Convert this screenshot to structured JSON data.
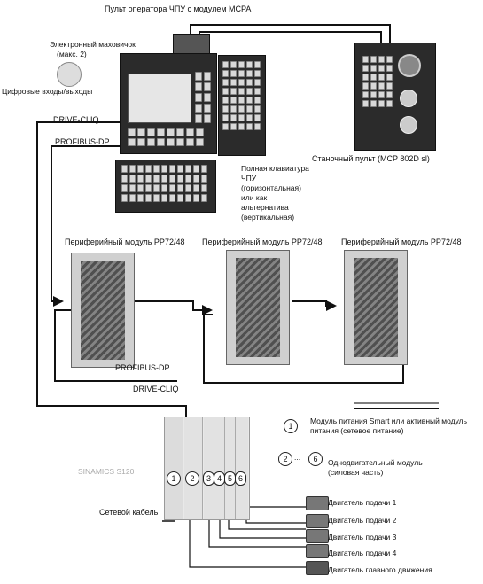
{
  "labels": {
    "operator_panel": "Пульт оператора ЧПУ с модулем MCPA",
    "handwheel_line1": "Электронный маховичок",
    "handwheel_line2": "(макс. 2)",
    "digital_io": "Цифровые входы/выходы",
    "drive_cliq_top": "DRIVE-CLIQ",
    "profibus_top": "PROFIBUS-DP",
    "machine_panel": "Станочный пульт (MCP 802D sl)",
    "keyboard_line1": "Полная клавиатура",
    "keyboard_line2": "ЧПУ",
    "keyboard_line3": "(горизонтальная)",
    "keyboard_line4": "или как",
    "keyboard_line5": "альтернатива",
    "keyboard_line6": "(вертикальная)",
    "pp_module_1": "Периферийный модуль PP72/48",
    "pp_module_2": "Периферийный модуль PP72/48",
    "pp_module_3": "Периферийный модуль PP72/48",
    "profibus_bottom": "PROFIBUS-DP",
    "drive_cliq_bottom": "DRIVE-CLIQ",
    "sinamics": "SINAMICS S120",
    "power_module_line1": "Модуль питания Smart или активный модуль",
    "power_module_line2": "питания (сетевое питание)",
    "single_motor_line1": "Однодвигательный модуль",
    "single_motor_line2": "(силовая часть)",
    "network_cable": "Сетевой кабель",
    "motor_feed_1": "Двигатель подачи 1",
    "motor_feed_2": "Двигатель подачи 2",
    "motor_feed_3": "Двигатель подачи 3",
    "motor_feed_4": "Двигатель подачи 4",
    "motor_main": "Двигатель главного движения"
  },
  "legend": {
    "num_1": "1",
    "num_2": "2",
    "dots": "...",
    "num_6": "6"
  },
  "drive_numbers": [
    "1",
    "2",
    "3",
    "4",
    "5",
    "6"
  ],
  "colors": {
    "wire": "#111111",
    "panel": "#2b2b2b"
  }
}
